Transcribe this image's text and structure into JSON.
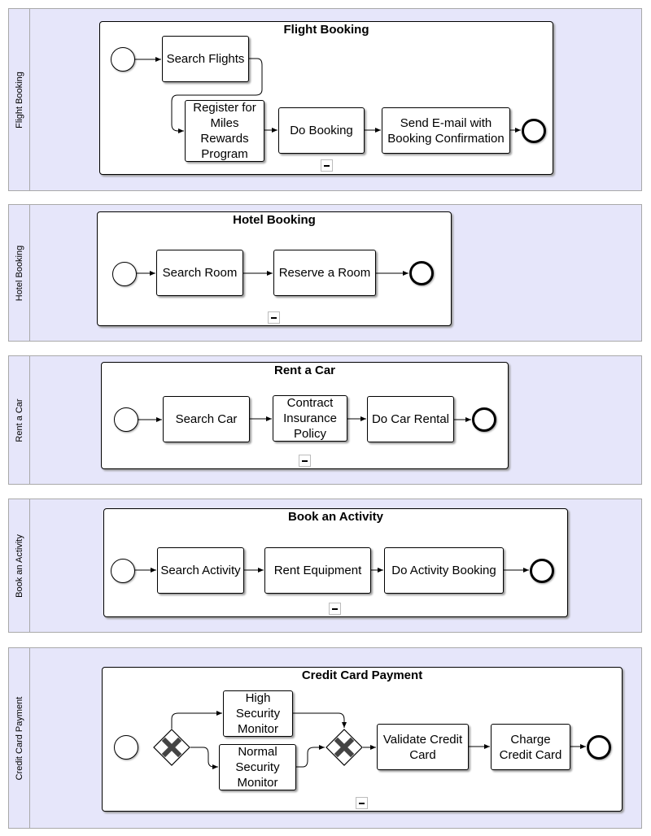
{
  "lanes": [
    {
      "label": "Flight Booking",
      "subprocess": "Flight Booking"
    },
    {
      "label": "Hotel Booking",
      "subprocess": "Hotel Booking"
    },
    {
      "label": "Rent a Car",
      "subprocess": "Rent a Car"
    },
    {
      "label": "Book an Activity",
      "subprocess": "Book an Activity"
    },
    {
      "label": "Credit Card Payment",
      "subprocess": "Credit Card Payment"
    }
  ],
  "flight": {
    "search_flights": "Search Flights",
    "register": [
      "Register for",
      "Miles",
      "Rewards",
      "Program"
    ],
    "do_booking": "Do Booking",
    "send_email": [
      "Send E-mail with",
      "Booking Confirmation"
    ]
  },
  "hotel": {
    "search_room": "Search Room",
    "reserve_room": "Reserve a Room"
  },
  "car": {
    "search_car": "Search Car",
    "insurance": [
      "Contract",
      "Insurance",
      "Policy"
    ],
    "car_rental": "Do Car Rental"
  },
  "activity": {
    "search_activity": "Search Activity",
    "rent_equipment": "Rent Equipment",
    "activity_booking": "Do Activity Booking"
  },
  "payment": {
    "high_security": [
      "High",
      "Security",
      "Monitor"
    ],
    "normal_security": [
      "Normal",
      "Security",
      "Monitor"
    ],
    "validate": [
      "Validate Credit",
      "Card"
    ],
    "charge": [
      "Charge",
      "Credit Card"
    ]
  }
}
